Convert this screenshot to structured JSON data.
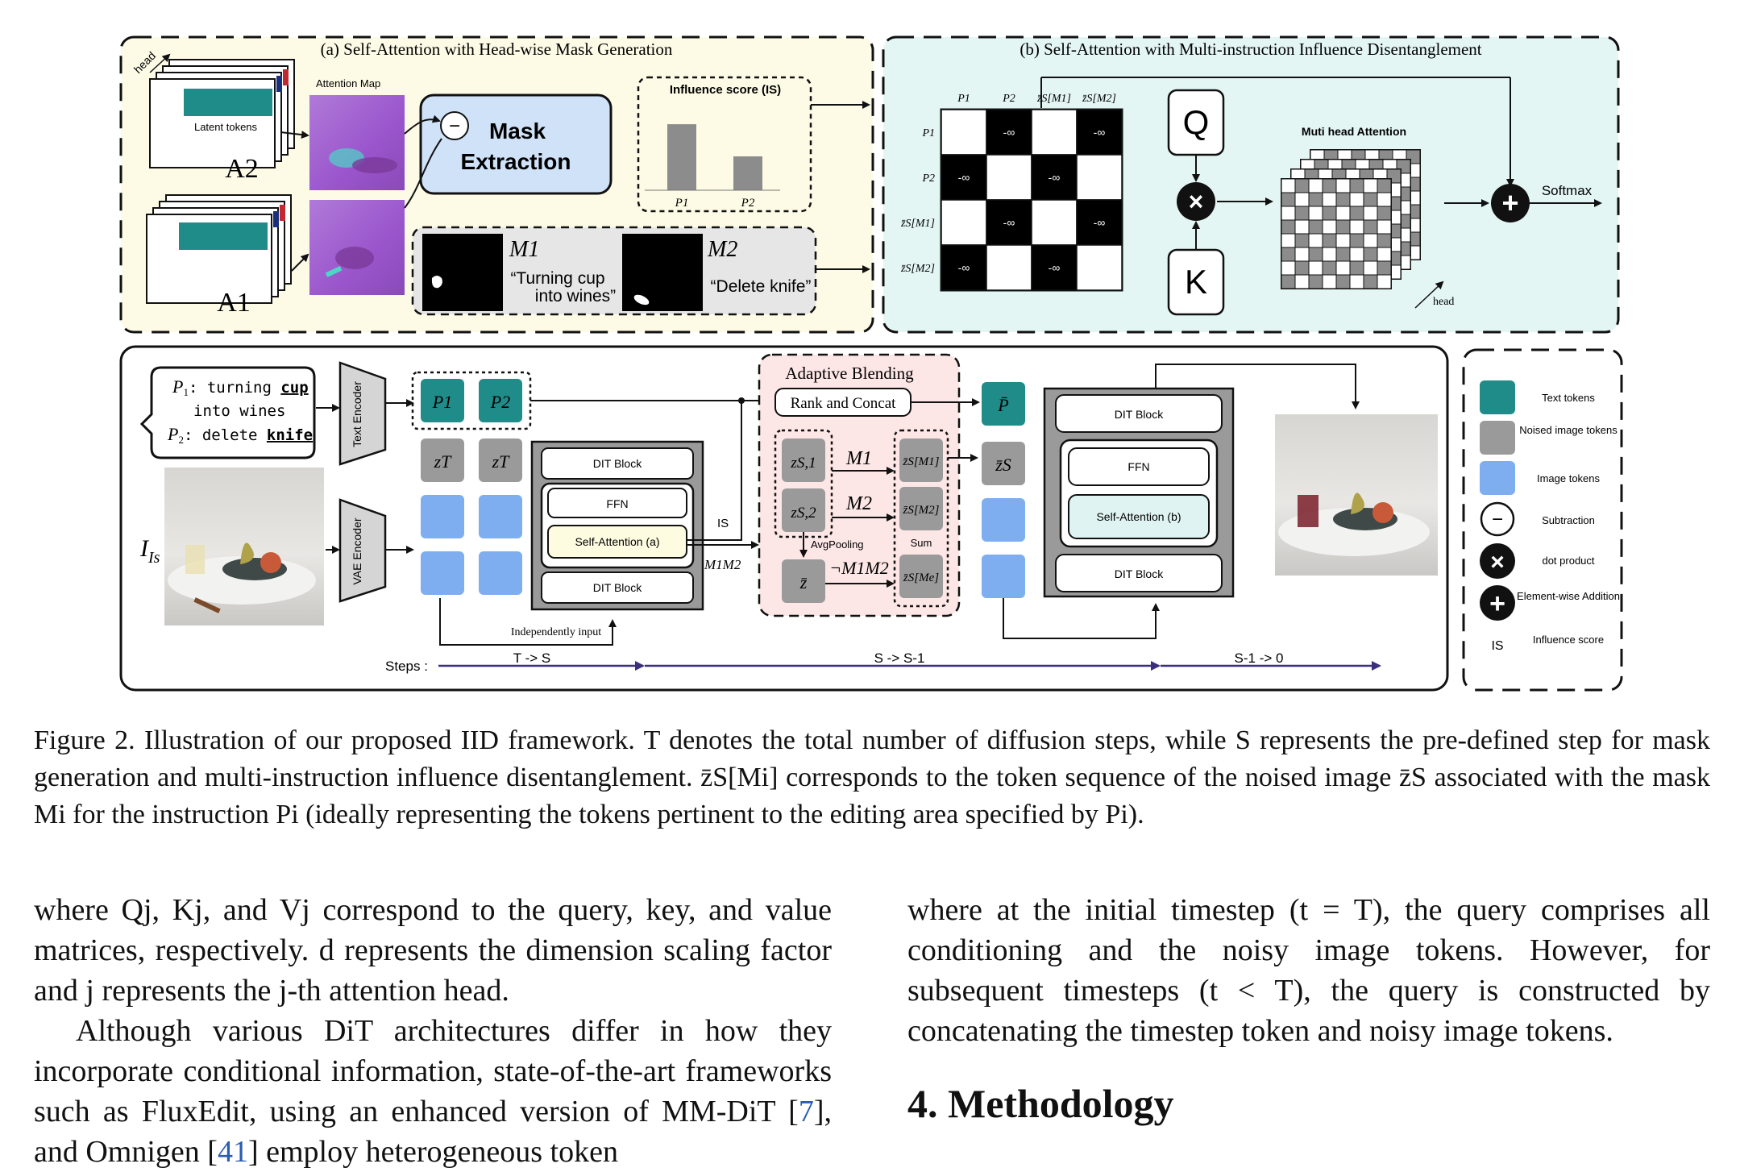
{
  "figure": {
    "panel_a": {
      "title": "(a) Self-Attention with Head-wise Mask Generation",
      "head_label": "head",
      "attention_map_label": "Attention Map",
      "latent_tokens_label": "Latent tokens",
      "a2_label": "A2",
      "a1_label": "A1",
      "minus_symbol": "−",
      "mask_extraction_line1": "Mask",
      "mask_extraction_line2": "Extraction",
      "influence_title": "Influence score  (IS)",
      "influence_bars": [
        {
          "label": "P1",
          "value": 0.78
        },
        {
          "label": "P2",
          "value": 0.4
        }
      ],
      "m1_label": "M1",
      "m1_caption_line1": "“Turning cup",
      "m1_caption_line2": "into wines”",
      "m2_label": "M2",
      "m2_caption": "“Delete knife”"
    },
    "panel_b": {
      "title": "(b) Self-Attention with Multi-instruction Influence Disentanglement",
      "matrix_col_labels": [
        "P1",
        "P2",
        "z̄S[M1]",
        "z̄S[M2]"
      ],
      "matrix_row_labels": [
        "P1",
        "P2",
        "z̄S[M1]",
        "z̄S[M2]"
      ],
      "neg_inf": "-∞",
      "q_label": "Q",
      "k_label": "K",
      "multi_head_label": "Muti head Attention",
      "head_label": "head",
      "softmax_label": "Softmax"
    },
    "pipeline": {
      "prompt_p1_prefix": ": turning ",
      "prompt_p1_word": "cup",
      "prompt_p1_line2": "into wines",
      "prompt_p2_prefix": ": delete ",
      "prompt_p2_word": "knife",
      "text_encoder": "Text Encoder",
      "vae_encoder": "VAE Encoder",
      "is_label": "Is",
      "token_p1": "P1",
      "token_p2": "P2",
      "token_zt": "zT",
      "dit_block_top": "DIT Block",
      "ffn": "FFN",
      "self_attention_a": "Self-Attention (a)",
      "dit_block_bottom": "DIT Block",
      "independently_input": "Independently input",
      "is_arrow_label": "IS",
      "m1m2_label": "M1M2",
      "adaptive_blending": "Adaptive Blending",
      "rank_concat": "Rank and Concat",
      "zs1": "zS,1",
      "zs2": "zS,2",
      "zbar": "z̄",
      "m1": "M1",
      "m2": "M2",
      "not_m1m2": "¬M1M2",
      "avg_pooling": "AvgPooling",
      "sum_label": "Sum",
      "zs_m1": "z̄S[M1]",
      "zs_m2": "z̄S[M2]",
      "zs_me": "z̄S[Me]",
      "p_bar": "P̄",
      "zs_bar": "z̄S",
      "dit_block_2_top": "DIT Block",
      "ffn_2": "FFN",
      "self_attention_b": "Self-Attention (b)",
      "dit_block_2_bottom": "DIT Block",
      "steps_label": "Steps :",
      "step_ts": "T -> S",
      "step_ss1": "S -> S-1",
      "step_s10": "S-1 -> 0"
    },
    "legend": [
      {
        "key": "text",
        "label": "Text tokens",
        "color": "#1f8c89"
      },
      {
        "key": "noised",
        "label": "Noised image tokens",
        "color": "#9a9a9a"
      },
      {
        "key": "image",
        "label": "Image tokens",
        "color": "#7eaef0"
      },
      {
        "key": "sub",
        "label": "Subtraction"
      },
      {
        "key": "dot",
        "label": "dot product"
      },
      {
        "key": "add",
        "label": "Element-wise Addition"
      },
      {
        "key": "is",
        "label": "Influence score",
        "symbol": "IS"
      }
    ]
  },
  "caption": {
    "label": "Figure 2.",
    "text": "Illustration of our proposed IID framework. T denotes the total number of diffusion steps, while S represents the pre-defined step for mask generation and multi-instruction influence disentanglement. z̄S[Mi] corresponds to the token sequence of the noised image z̄S associated with the mask Mi for the instruction Pi (ideally representing the tokens pertinent to the editing area specified by Pi)."
  },
  "left_column": {
    "p1": "where Qj, Kj, and Vj correspond to the query, key, and value matrices, respectively. d represents the dimension scaling factor and j represents the j-th attention head.",
    "p2_before_ref1": "Although various DiT architectures differ in how they incorporate conditional information, state-of-the-art frameworks such as FluxEdit, using an enhanced version of MM-DiT [",
    "ref1": "7",
    "p2_mid": "], and Omnigen [",
    "ref2": "41",
    "p2_after": "] employ heterogeneous token"
  },
  "right_column": {
    "p1": "where at the initial timestep (t = T), the query comprises all conditioning and the noisy image tokens. However, for subsequent timesteps (t < T), the query is constructed by concatenating the timestep token and noisy image tokens.",
    "heading": "4. Methodology"
  }
}
